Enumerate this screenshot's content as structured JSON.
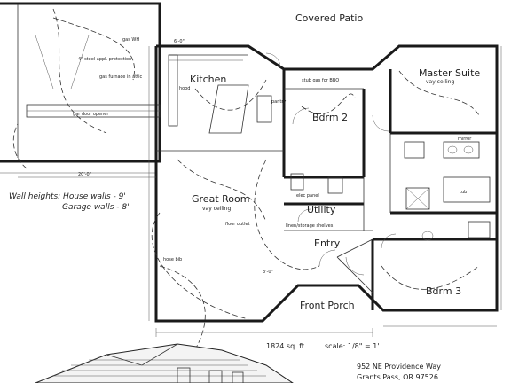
{
  "rooms": {
    "covered_patio": "Covered Patio",
    "kitchen": "Kitchen",
    "bdrm2": "Bdrm 2",
    "master_suite": "Master Suite",
    "master_ceiling": "vay ceiling",
    "great_room": "Great Room",
    "great_room_ceiling": "vay ceiling",
    "utility": "Utility",
    "entry": "Entry",
    "front_porch": "Front Porch",
    "bdrm3": "Bdrm 3"
  },
  "notes": {
    "wall_heights_house": "Wall heights:  House walls - 9'",
    "wall_heights_garage": "Garage walls - 8'",
    "sub_gas": "stub gas for BBQ",
    "pantry": "pantry",
    "steel_appl": "4\" steel appl. protection",
    "gas_furnace": "gas furnace in attic",
    "gar_door_opener": "gar door opener",
    "gas_wh": "gas WH",
    "hood": "hood",
    "floor_outlet": "floor outlet",
    "linen_storage": "linen/storage shelves",
    "elec_panel": "elec panel",
    "mirror": "mirror",
    "tub": "tub",
    "hose_bib": "hose bib",
    "dimension_top_left": "6'-0\"",
    "dimension_20ft": "20'-0\"",
    "dimension_3ft": "3'-0\""
  },
  "footer": {
    "area": "1824 sq. ft.",
    "scale": "scale:  1/8\" = 1'",
    "address_line1": "952 NE Providence Way",
    "address_line2": "Grants Pass, OR 97526"
  }
}
